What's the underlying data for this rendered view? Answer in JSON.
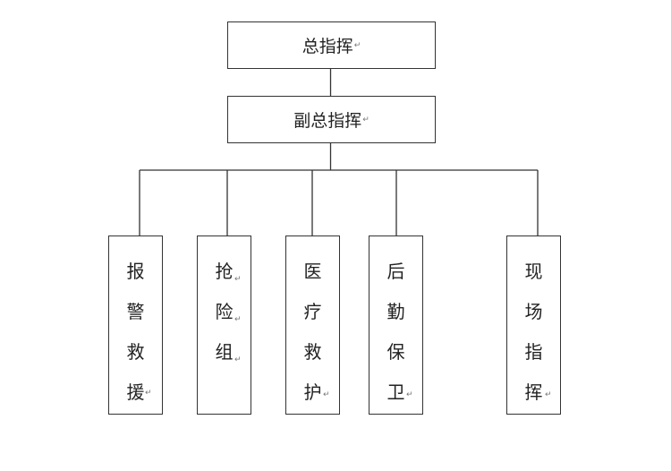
{
  "chart": {
    "top": {
      "label": "总指挥",
      "mark": "↵"
    },
    "deputy": {
      "label": "副总指挥",
      "mark": "↵"
    },
    "units": [
      {
        "label": "报警救援",
        "chars": [
          "报",
          "警",
          "救",
          "援"
        ],
        "mark": "↵"
      },
      {
        "label": "抢险组",
        "chars": [
          "抢",
          "险",
          "组"
        ],
        "mark": "↵"
      },
      {
        "label": "医疗救护",
        "chars": [
          "医",
          "疗",
          "救",
          "护"
        ],
        "mark": "↵"
      },
      {
        "label": "后勤保卫",
        "chars": [
          "后",
          "勤",
          "保",
          "卫"
        ],
        "mark": "↵"
      },
      {
        "label": "现场指挥",
        "chars": [
          "现",
          "场",
          "指",
          "挥"
        ],
        "mark": "↵"
      }
    ]
  }
}
